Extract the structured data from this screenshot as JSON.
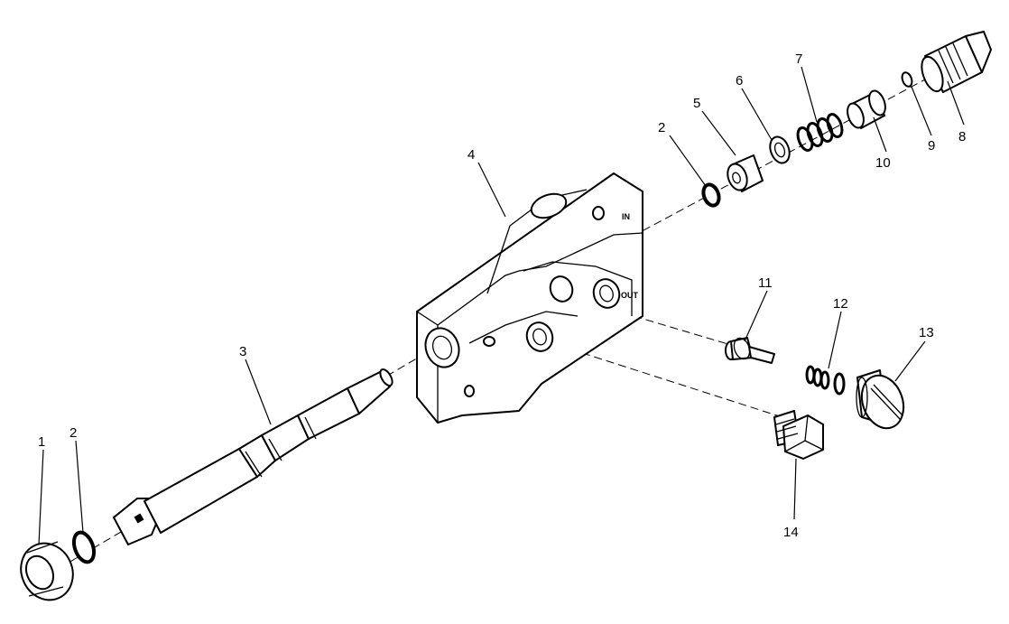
{
  "diagram": {
    "callouts": [
      "1",
      "2",
      "3",
      "4",
      "2",
      "5",
      "6",
      "7",
      "10",
      "9",
      "8",
      "11",
      "12",
      "13",
      "14"
    ],
    "stamps": [
      "IN",
      "OUT"
    ]
  }
}
